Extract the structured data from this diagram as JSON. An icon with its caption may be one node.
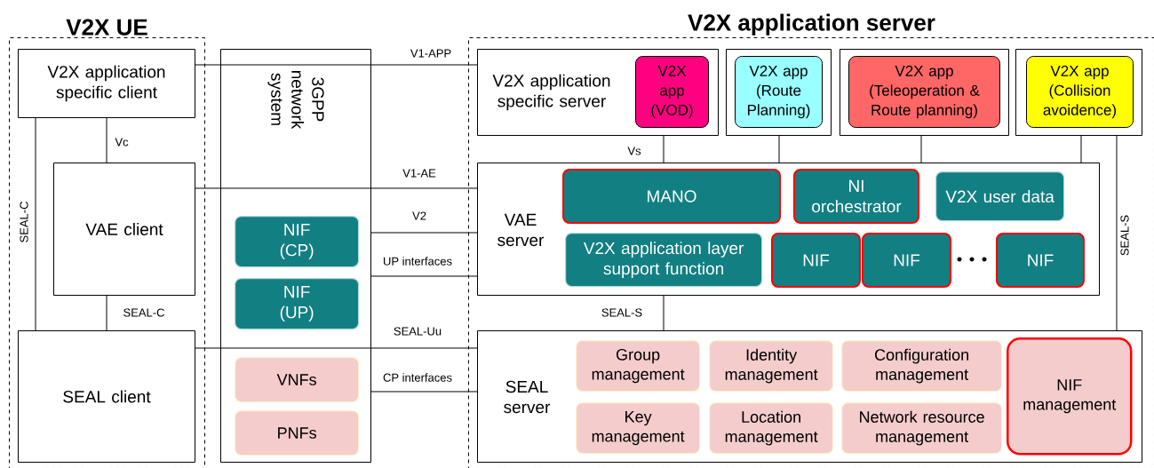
{
  "diagram": {
    "nodes": [
      {
        "text": [
          "V2X UE"
        ]
      },
      {
        "text": [
          "V2X application specific client"
        ],
        "in": 0
      },
      {
        "text": [
          "VAE client"
        ],
        "in": 0
      },
      {
        "text": [
          "SEAL client"
        ],
        "in": 0
      },
      {
        "text": [
          "3GPP network system"
        ]
      },
      {
        "text": [
          "NIF (CP)"
        ],
        "in": 4
      },
      {
        "text": [
          "NIF (UP)"
        ],
        "in": 4
      },
      {
        "text": [
          "VNFs"
        ],
        "in": 4
      },
      {
        "text": [
          "PNFs"
        ],
        "in": 4
      },
      {
        "text": [
          "V2X application server"
        ]
      },
      {
        "text": [
          "V2X application specific server"
        ],
        "in": 9
      },
      {
        "text": [
          "V2X app (VOD)"
        ],
        "in": 10
      },
      {
        "text": [],
        "shape": "box",
        "in": 9
      },
      {
        "text": [
          "V2X app (Route Planning)"
        ],
        "in": 12
      },
      {
        "text": [],
        "shape": "box",
        "in": 9
      },
      {
        "text": [
          "V2X app (Teleoperation & Route planning)"
        ],
        "in": 14
      },
      {
        "text": [],
        "shape": "box",
        "in": 9
      },
      {
        "text": [
          "V2X app (Collision avoidence)"
        ],
        "in": 16
      },
      {
        "text": [
          "VAE server"
        ],
        "in": 9
      },
      {
        "text": [
          "MANO"
        ],
        "in": 18
      },
      {
        "text": [
          "NI orchestrator"
        ],
        "in": 18
      },
      {
        "text": [
          "V2X user data"
        ],
        "in": 18
      },
      {
        "text": [
          "V2X application layer support function"
        ],
        "in": 18
      },
      {
        "text": [
          "NIF"
        ],
        "in": 18
      },
      {
        "text": [
          "NIF"
        ],
        "in": 18
      },
      {
        "text": [
          "NIF"
        ],
        "in": 18
      },
      {
        "text": [
          "SEAL server"
        ],
        "in": 9
      },
      {
        "text": [
          "Group management"
        ],
        "in": 26
      },
      {
        "text": [
          "Identity management"
        ],
        "in": 26
      },
      {
        "text": [
          "Configuration management"
        ],
        "in": 26
      },
      {
        "text": [
          "Key management"
        ],
        "in": 26
      },
      {
        "text": [
          "Location management"
        ],
        "in": 26
      },
      {
        "text": [
          "Network resource management"
        ],
        "in": 26
      },
      {
        "text": [
          "NIF management"
        ],
        "in": 26
      }
    ],
    "edges": [
      {
        "from": 1,
        "to": 10,
        "arrow": "none",
        "label": "V1-APP"
      },
      {
        "from": 1,
        "to": 2,
        "arrow": "none",
        "label": "Vc"
      },
      {
        "from": 1,
        "to": 3,
        "arrow": "none",
        "label": "SEAL-C"
      },
      {
        "from": 2,
        "to": 3,
        "arrow": "none",
        "label": "SEAL-C"
      },
      {
        "from": 2,
        "to": 18,
        "arrow": "none",
        "label": "V1-AE"
      },
      {
        "from": 4,
        "to": 18,
        "arrow": "none",
        "label": "V2"
      },
      {
        "from": 4,
        "to": 18,
        "arrow": "none",
        "label": "UP interfaces"
      },
      {
        "from": 3,
        "to": 26,
        "arrow": "none",
        "label": "SEAL-Uu"
      },
      {
        "from": 4,
        "to": 26,
        "arrow": "none",
        "label": "CP interfaces"
      },
      {
        "from": 10,
        "to": 18,
        "arrow": "none",
        "label": "Vs"
      },
      {
        "from": 12,
        "to": 18,
        "arrow": "none"
      },
      {
        "from": 14,
        "to": 18,
        "arrow": "none"
      },
      {
        "from": 16,
        "to": 18,
        "arrow": "none"
      },
      {
        "from": 18,
        "to": 26,
        "arrow": "none",
        "label": "SEAL-S"
      },
      {
        "from": 16,
        "to": 26,
        "arrow": "none",
        "label": "SEAL-S"
      }
    ]
  }
}
